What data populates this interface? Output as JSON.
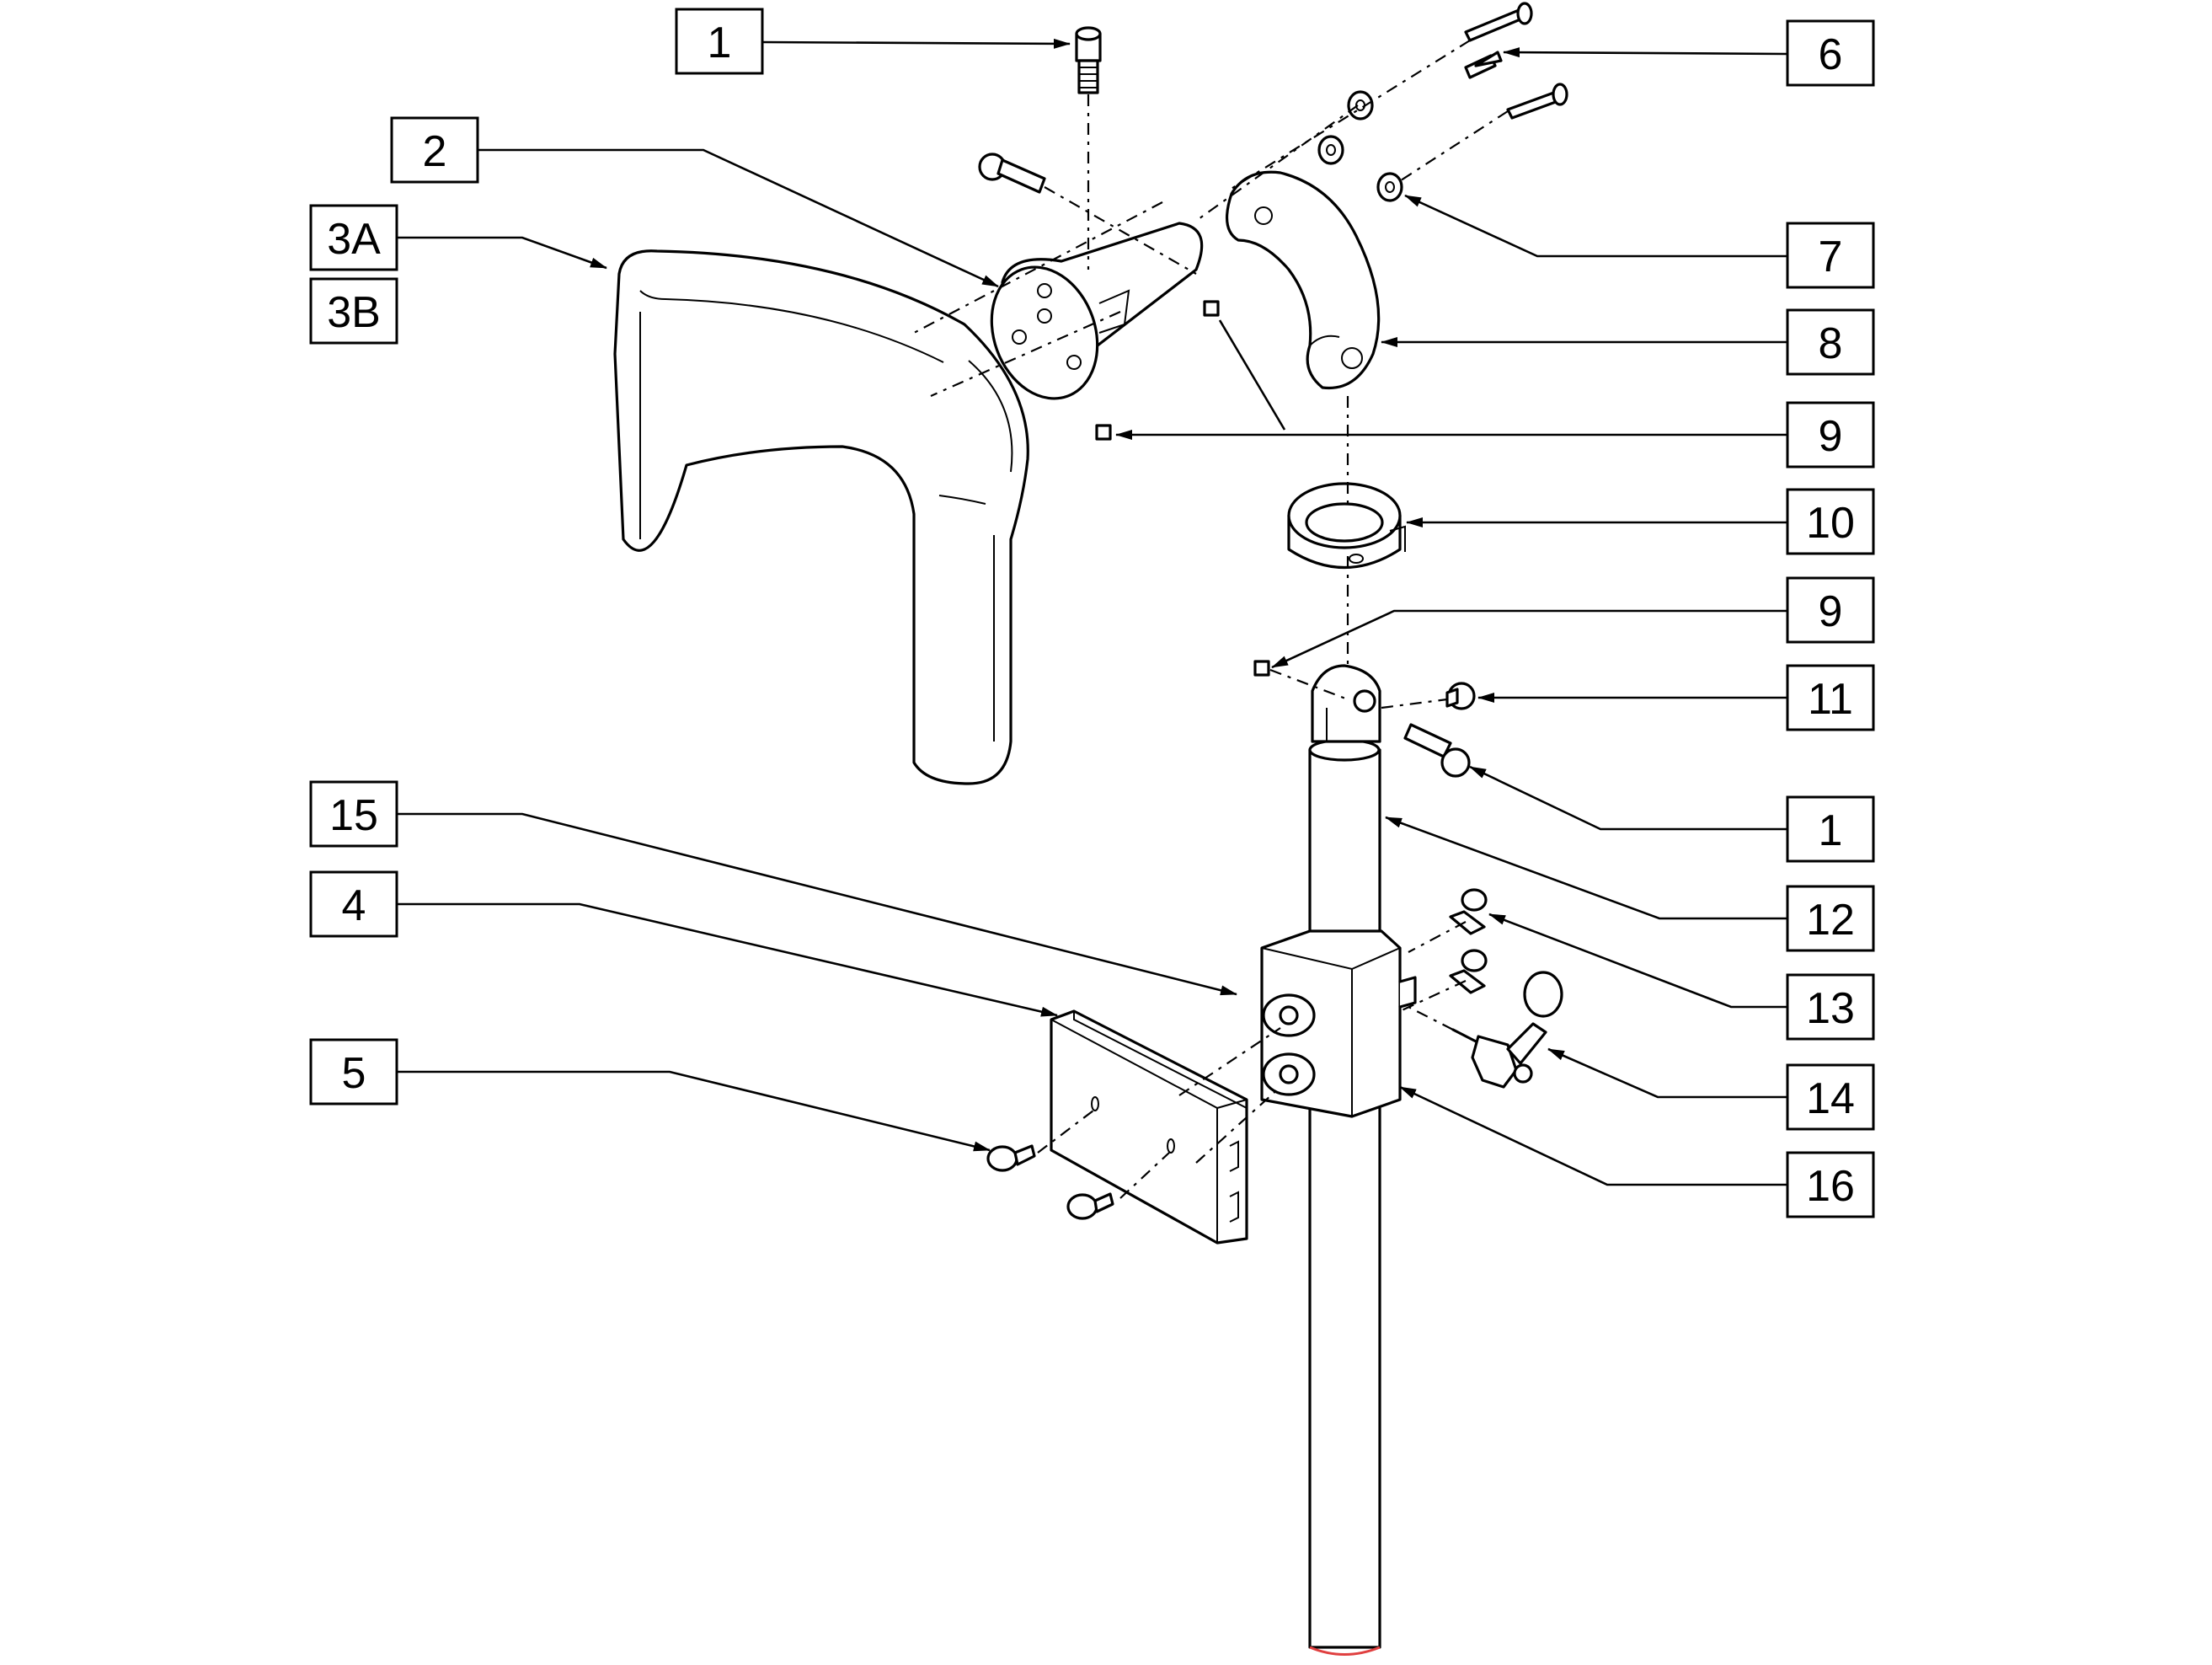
{
  "callouts": [
    {
      "id": "c1a",
      "label": "1"
    },
    {
      "id": "c2",
      "label": "2"
    },
    {
      "id": "c3a",
      "label": "3A"
    },
    {
      "id": "c3b",
      "label": "3B"
    },
    {
      "id": "c6",
      "label": "6"
    },
    {
      "id": "c7",
      "label": "7"
    },
    {
      "id": "c8",
      "label": "8"
    },
    {
      "id": "c9a",
      "label": "9"
    },
    {
      "id": "c10",
      "label": "10"
    },
    {
      "id": "c9b",
      "label": "9"
    },
    {
      "id": "c11",
      "label": "11"
    },
    {
      "id": "c1b",
      "label": "1"
    },
    {
      "id": "c12",
      "label": "12"
    },
    {
      "id": "c13",
      "label": "13"
    },
    {
      "id": "c14",
      "label": "14"
    },
    {
      "id": "c16",
      "label": "16"
    },
    {
      "id": "c15",
      "label": "15"
    },
    {
      "id": "c4",
      "label": "4"
    },
    {
      "id": "c5",
      "label": "5"
    }
  ],
  "colors": {
    "line": "#000000",
    "background": "#ffffff",
    "pole_bottom": "#e04040"
  }
}
